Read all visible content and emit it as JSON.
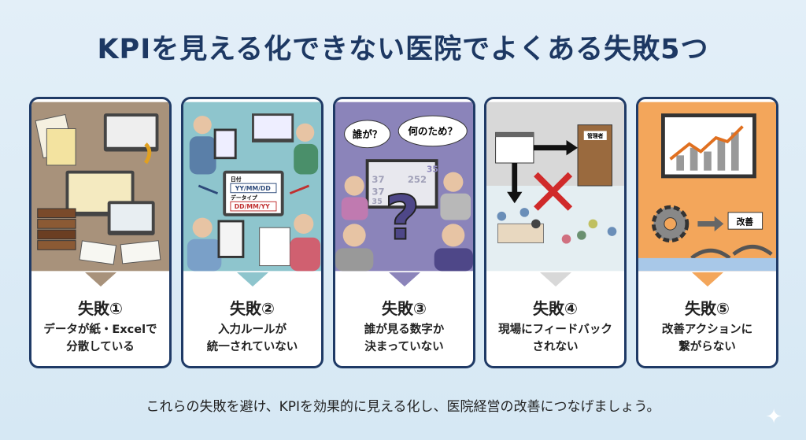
{
  "title": "KPIを見える化できない医院でよくある失敗5つ",
  "cards": [
    {
      "label": "失敗①",
      "desc1": "データが紙・Excelで",
      "desc2": "分散している",
      "color": "#a8927b",
      "icon": "scattered-documents-icon"
    },
    {
      "label": "失敗②",
      "desc1": "入力ルールが",
      "desc2": "統一されていない",
      "color": "#8ec5cd",
      "icon": "inconsistent-input-icon",
      "art": {
        "date_label": "日付",
        "format1": "YY/MM/DD",
        "type_label": "データイプ",
        "format2": "DD/MM/YY"
      }
    },
    {
      "label": "失敗③",
      "desc1": "誰が見る数字か",
      "desc2": "決まっていない",
      "color": "#8b84ba",
      "icon": "question-mark-icon",
      "art": {
        "bubble1": "誰が？",
        "bubble2": "何のため？",
        "numbers": [
          "35",
          "37",
          "252",
          "37",
          "35"
        ]
      }
    },
    {
      "label": "失敗④",
      "desc1": "現場にフィードバック",
      "desc2": "されない",
      "color": "#d8d8d8",
      "icon": "no-feedback-icon",
      "art": {
        "door_label": "管理者"
      }
    },
    {
      "label": "失敗⑤",
      "desc1": "改善アクションに",
      "desc2": "繋がらない",
      "color": "#f3a65b",
      "icon": "broken-improvement-icon",
      "art": {
        "sign_label": "改善"
      }
    }
  ],
  "footer": "これらの失敗を避け、KPIを効果的に見える化し、医院経営の改善につなげましょう。"
}
